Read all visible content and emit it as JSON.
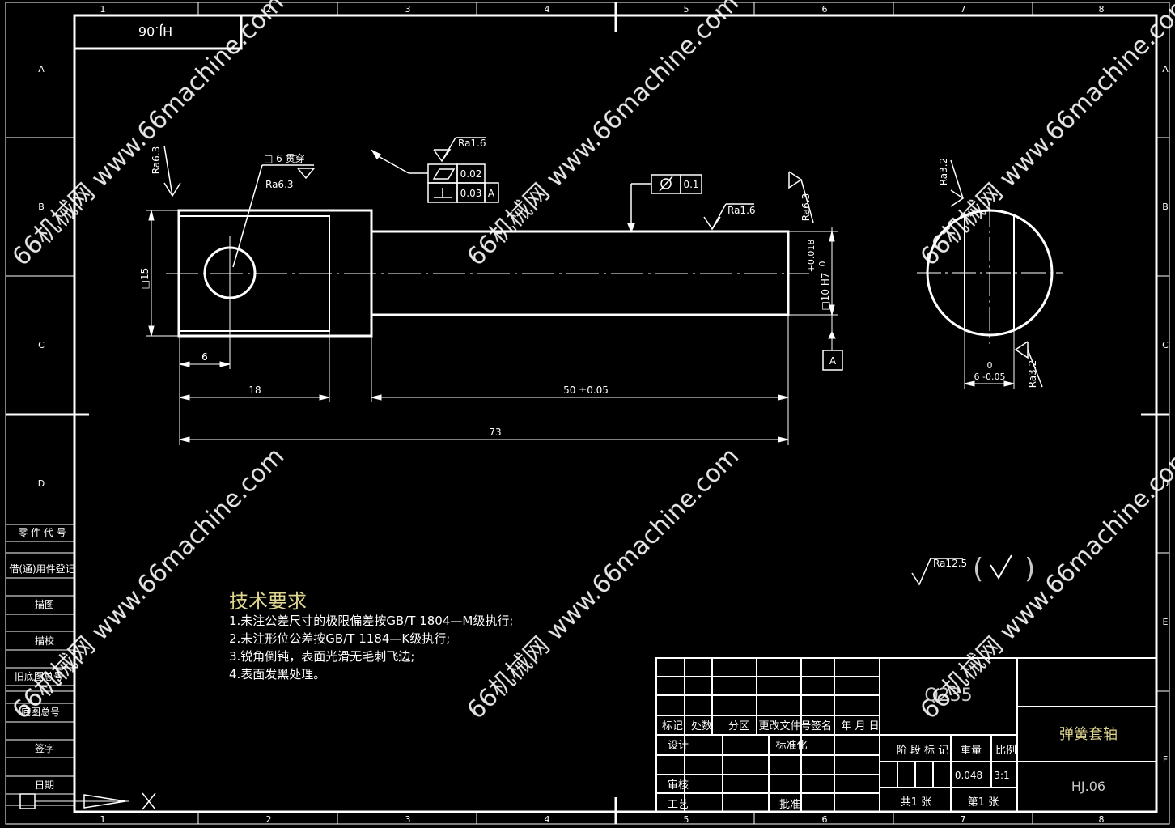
{
  "drawing_code": "HJ.06",
  "border": {
    "columns": [
      "1",
      "2",
      "3",
      "4",
      "5",
      "6",
      "7",
      "8"
    ],
    "rows": [
      "A",
      "B",
      "C",
      "D",
      "E",
      "F"
    ]
  },
  "left_strip": [
    "零 件 代 号",
    "借(通)用件登记",
    "描图",
    "描校",
    "旧底图总号",
    "底图总号",
    "签字",
    "日期"
  ],
  "annotations": {
    "hole": "□ 6  贯穿",
    "ra63_hole": "Ra6.3",
    "ra63_left": "Ra6.3",
    "ra16_top": "Ra1.6",
    "ra16_shaft": "Ra1.6",
    "ra63_right": "Ra6.3",
    "ra32_a": "Ra3.2",
    "ra32_b": "Ra3.2",
    "tol_flat": "0.02",
    "tol_perp": "0.03",
    "tol_perp_ref": "A",
    "tol_cyl": "0.1",
    "datum": "A"
  },
  "dimensions": {
    "sq15": "□15",
    "d6": "6",
    "d18": "18",
    "d50": "50 ±0.05",
    "d73": "73",
    "sq10": "□10 H7",
    "tol_upper": "+0.018",
    "tol_lower": "0",
    "side_upper": "0",
    "side_lower": "6 -0.05"
  },
  "rough_general": "Ra12.5",
  "tech_req": {
    "title": "技术要求",
    "items": [
      "1.未注公差尺寸的极限偏差按GB/T 1804—M级执行;",
      "2.未注形位公差按GB/T 1184—K级执行;",
      "3.锐角倒钝，表面光滑无毛刺飞边;",
      "4.表面发黑处理。"
    ]
  },
  "title_block": {
    "material": "Q235",
    "part_name": "弹簧套轴",
    "part_code": "HJ.06",
    "hdr": [
      "标记",
      "处数",
      "分区",
      "更改文件号",
      "签名",
      "年 月 日"
    ],
    "design": "设计",
    "standard": "标准化",
    "check": "审核",
    "process": "工艺",
    "approve": "批准",
    "stage_mark": "阶 段 标 记",
    "weight_label": "重量",
    "scale_label": "比例",
    "weight": "0.048",
    "scale": "3:1",
    "total": "共1 张",
    "sheet": "第1 张"
  },
  "watermark": "66机械网 www.66machine.com"
}
